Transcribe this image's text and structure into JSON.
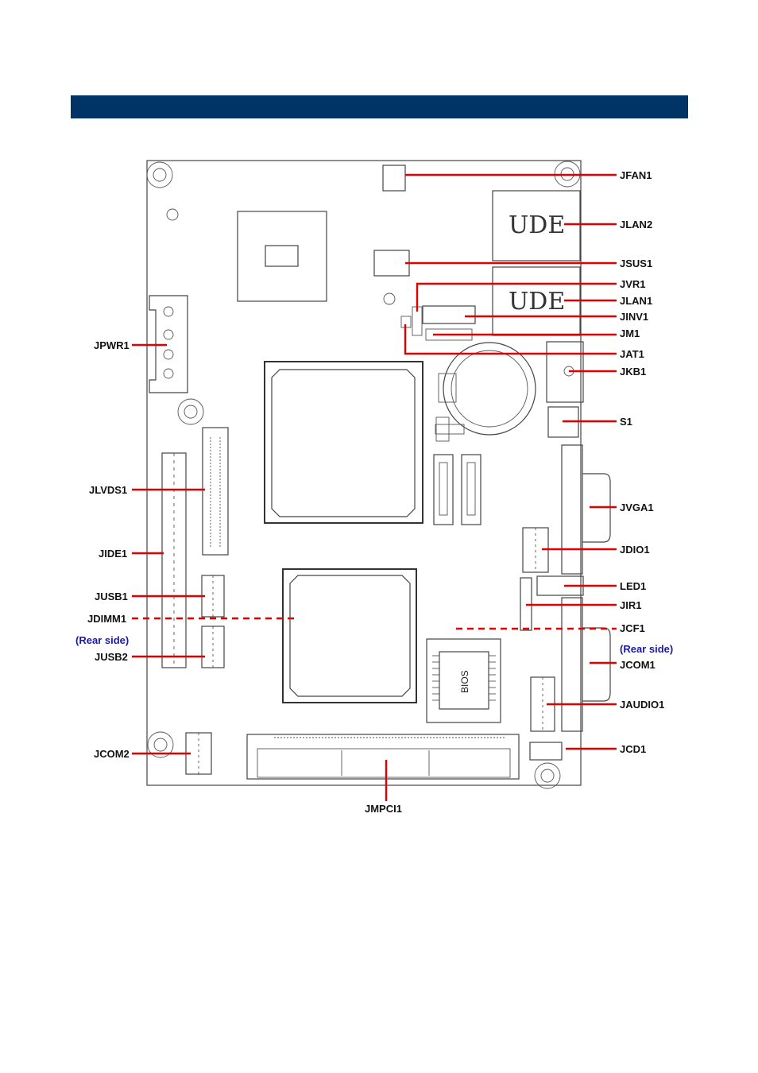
{
  "header": {
    "color": "#003366"
  },
  "labels": {
    "jfan1": "JFAN1",
    "jlan2": "JLAN2",
    "jsus1": "JSUS1",
    "jvr1": "JVR1",
    "jlan1": "JLAN1",
    "jinv1": "JINV1",
    "jm1": "JM1",
    "jat1": "JAT1",
    "jkb1": "JKB1",
    "s1": "S1",
    "jvga1": "JVGA1",
    "jdio1": "JDIO1",
    "led1": "LED1",
    "jir1": "JIR1",
    "jcf1": "JCF1",
    "rear_side_right": "(Rear side)",
    "jcom1": "JCOM1",
    "jaudio1": "JAUDIO1",
    "jcd1": "JCD1",
    "jpwr1": "JPWR1",
    "jlvds1": "JLVDS1",
    "jide1": "JIDE1",
    "jusb1": "JUSB1",
    "jdimm1": "JDIMM1",
    "rear_side_left": "(Rear side)",
    "jusb2": "JUSB2",
    "jcom2": "JCOM2",
    "jmpci1": "JMPCI1",
    "bios": "BIOS",
    "rj45_mark": "UDE"
  },
  "colors": {
    "leader_line": "#e00000",
    "rear_side_text": "#1a1aa8"
  }
}
